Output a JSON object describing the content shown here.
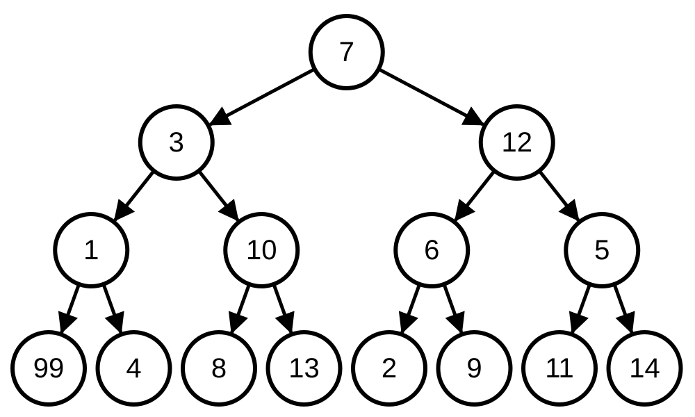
{
  "tree": {
    "root": "7",
    "levels": [
      [
        "7"
      ],
      [
        "3",
        "12"
      ],
      [
        "1",
        "10",
        "6",
        "5"
      ],
      [
        "99",
        "4",
        "8",
        "13",
        "2",
        "9",
        "11",
        "14"
      ]
    ],
    "edges": [
      [
        "7",
        "3"
      ],
      [
        "7",
        "12"
      ],
      [
        "3",
        "1"
      ],
      [
        "3",
        "10"
      ],
      [
        "12",
        "6"
      ],
      [
        "12",
        "5"
      ],
      [
        "1",
        "99"
      ],
      [
        "1",
        "4"
      ],
      [
        "10",
        "8"
      ],
      [
        "10",
        "13"
      ],
      [
        "6",
        "2"
      ],
      [
        "6",
        "9"
      ],
      [
        "5",
        "11"
      ],
      [
        "5",
        "14"
      ]
    ]
  },
  "colors": {
    "stroke": "#000000",
    "fill": "#ffffff"
  }
}
